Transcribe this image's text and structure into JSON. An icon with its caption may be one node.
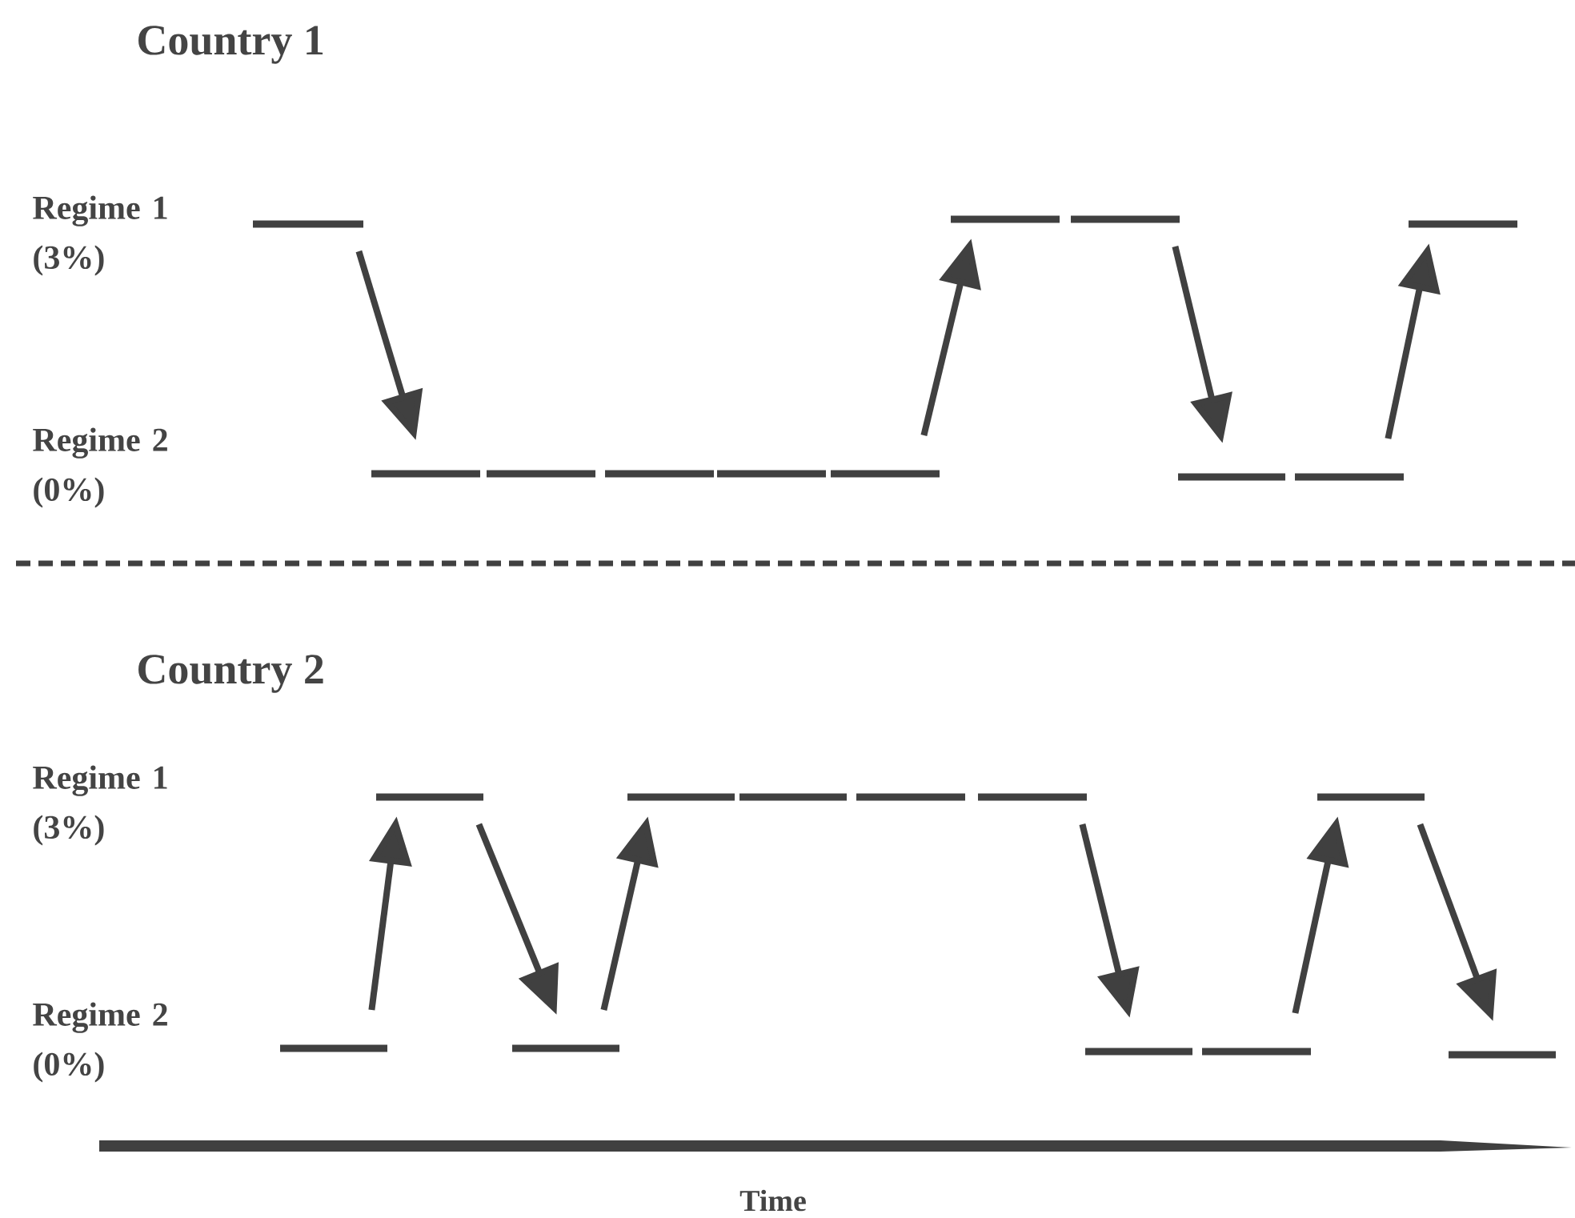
{
  "diagram": {
    "nodes": [
      {
        "text": [],
        "shape": "bar"
      },
      {
        "text": [],
        "shape": "bar"
      },
      {
        "text": [],
        "shape": "bar"
      },
      {
        "text": [],
        "shape": "bar"
      },
      {
        "text": [],
        "shape": "bar"
      },
      {
        "text": [],
        "shape": "bar"
      },
      {
        "text": [],
        "shape": "bar"
      },
      {
        "text": [],
        "shape": "bar"
      },
      {
        "text": [],
        "shape": "bar"
      },
      {
        "text": [],
        "shape": "bar"
      },
      {
        "text": [],
        "shape": "bar"
      },
      {
        "text": [],
        "shape": "bar"
      },
      {
        "text": [],
        "shape": "bar"
      },
      {
        "text": [],
        "shape": "bar"
      },
      {
        "text": [],
        "shape": "bar"
      },
      {
        "text": [],
        "shape": "bar"
      },
      {
        "text": [],
        "shape": "bar"
      },
      {
        "text": [],
        "shape": "bar"
      },
      {
        "text": [],
        "shape": "bar"
      },
      {
        "text": [],
        "shape": "bar"
      },
      {
        "text": [],
        "shape": "bar"
      },
      {
        "text": [],
        "shape": "bar"
      }
    ],
    "edges": [
      {
        "from": 0,
        "to": 1,
        "arrow": "to"
      },
      {
        "from": 5,
        "to": 6,
        "arrow": "to"
      },
      {
        "from": 7,
        "to": 8,
        "arrow": "to"
      },
      {
        "from": 9,
        "to": 10,
        "arrow": "to"
      },
      {
        "from": 11,
        "to": 12,
        "arrow": "to"
      },
      {
        "from": 12,
        "to": 13,
        "arrow": "to"
      },
      {
        "from": 13,
        "to": 14,
        "arrow": "to"
      },
      {
        "from": 17,
        "to": 18,
        "arrow": "to"
      },
      {
        "from": 19,
        "to": 20,
        "arrow": "to"
      },
      {
        "from": 20,
        "to": 21,
        "arrow": "to"
      }
    ],
    "labels": [
      "Country 1",
      "Regime 1 (3%)",
      "Regime 2 (0%)",
      "Country 2",
      "Regime 1 (3%)",
      "Regime 2 (0%)",
      "Time"
    ]
  }
}
